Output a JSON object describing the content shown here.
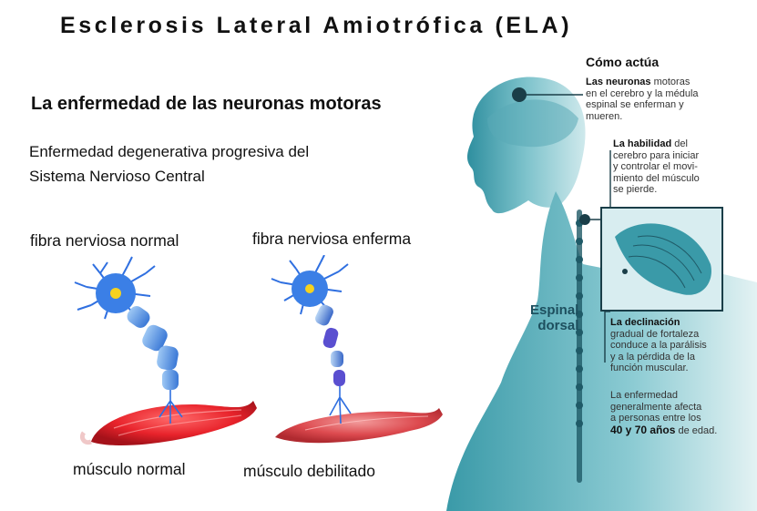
{
  "title": "Esclerosis Lateral Amiotrófica (ELA)",
  "subtitle": "La enfermedad de las neuronas motoras",
  "description": [
    "Enfermedad degenerativa progresiva del",
    "Sistema Nervioso Central"
  ],
  "left_panel": {
    "normal_fiber_label": "fibra nerviosa normal",
    "sick_fiber_label": "fibra nerviosa enferma",
    "normal_muscle_label": "músculo normal",
    "weak_muscle_label": "músculo debilitado"
  },
  "right_panel": {
    "heading": "Cómo actúa",
    "spine_label": [
      "Espinal",
      "dorsal"
    ],
    "note1": {
      "bold": "Las neuronas",
      "rest_line1": " motoras",
      "lines": [
        "en el cerebro y la médula",
        "espinal se enferman y",
        "mueren."
      ]
    },
    "note2": {
      "bold": "La habilidad",
      "rest_line1": " del",
      "lines": [
        "cerebro para iniciar",
        "y controlar el movi-",
        "miento del músculo",
        "se pierde."
      ]
    },
    "note3": {
      "bold": "La declinación",
      "lines": [
        "gradual de fortaleza",
        "conduce a la parálisis",
        "y a la pérdida de la",
        "función muscular."
      ]
    },
    "note4": {
      "lines": [
        "La enfermedad",
        "generalmente afecta",
        "a personas entre los"
      ],
      "bold_last": "40 y 70 años",
      "rest_last": " de edad."
    }
  },
  "colors": {
    "body_teal": "#3f9fae",
    "muscle_red": "#e8232b",
    "neuron_blue": "#2f6fe0",
    "nucleus_yellow": "#f5d21f"
  }
}
